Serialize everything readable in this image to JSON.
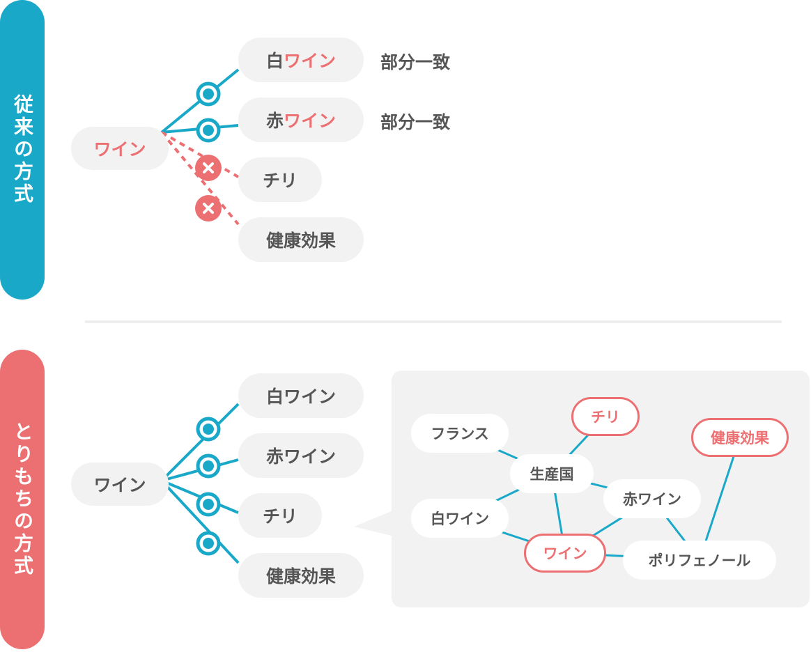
{
  "colors": {
    "blue": "#1aa8c8",
    "red": "#ec6f72",
    "pill_bg": "#f2f2f2",
    "text": "#555555",
    "panel_bg": "#f2f2f2"
  },
  "traditional": {
    "label": "従来の方式",
    "root": "ワイン",
    "items": [
      {
        "prefix": "白",
        "highlight": "ワイン",
        "match": true,
        "note": "部分一致"
      },
      {
        "prefix": "赤",
        "highlight": "ワイン",
        "match": true,
        "note": "部分一致"
      },
      {
        "prefix": "チリ",
        "highlight": "",
        "match": false,
        "note": ""
      },
      {
        "prefix": "健康効果",
        "highlight": "",
        "match": false,
        "note": ""
      }
    ]
  },
  "torimochi": {
    "label": "とりもちの方式",
    "root": "ワイン",
    "items": [
      {
        "text": "白ワイン",
        "match": true
      },
      {
        "text": "赤ワイン",
        "match": true
      },
      {
        "text": "チリ",
        "match": true
      },
      {
        "text": "健康効果",
        "match": true
      }
    ],
    "graph": {
      "nodes": [
        {
          "id": "france",
          "label": "フランス",
          "highlight": false
        },
        {
          "id": "chile",
          "label": "チリ",
          "highlight": true
        },
        {
          "id": "health",
          "label": "健康効果",
          "highlight": true
        },
        {
          "id": "origin",
          "label": "生産国",
          "highlight": false
        },
        {
          "id": "redwine",
          "label": "赤ワイン",
          "highlight": false
        },
        {
          "id": "whitewine",
          "label": "白ワイン",
          "highlight": false
        },
        {
          "id": "wine",
          "label": "ワイン",
          "highlight": true
        },
        {
          "id": "polyphenol",
          "label": "ポリフェノール",
          "highlight": false
        }
      ],
      "edges": [
        [
          "france",
          "origin"
        ],
        [
          "chile",
          "origin"
        ],
        [
          "origin",
          "whitewine"
        ],
        [
          "origin",
          "redwine"
        ],
        [
          "origin",
          "wine"
        ],
        [
          "whitewine",
          "wine"
        ],
        [
          "wine",
          "redwine"
        ],
        [
          "wine",
          "polyphenol"
        ],
        [
          "redwine",
          "polyphenol"
        ],
        [
          "health",
          "polyphenol"
        ]
      ]
    }
  }
}
